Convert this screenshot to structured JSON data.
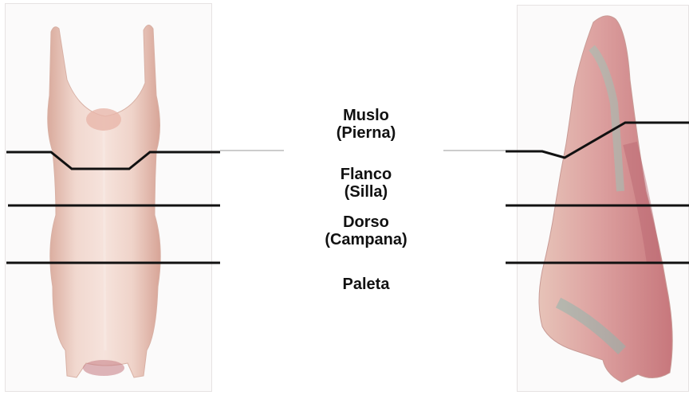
{
  "labels": [
    {
      "line1": "Muslo",
      "line2": "(Pierna)"
    },
    {
      "line1": "Flanco",
      "line2": "(Silla)"
    },
    {
      "line1": "Dorso",
      "line2": "(Campana)"
    },
    {
      "line1": "Paleta",
      "line2": ""
    }
  ],
  "colors": {
    "carcass_front": "#efd2c8",
    "carcass_shadow": "#d7a69a",
    "carcass_side": "#e2b1ad",
    "side_muscle": "#c9787c",
    "fascia": "#8fb7ad",
    "cut_line": "#111111"
  }
}
